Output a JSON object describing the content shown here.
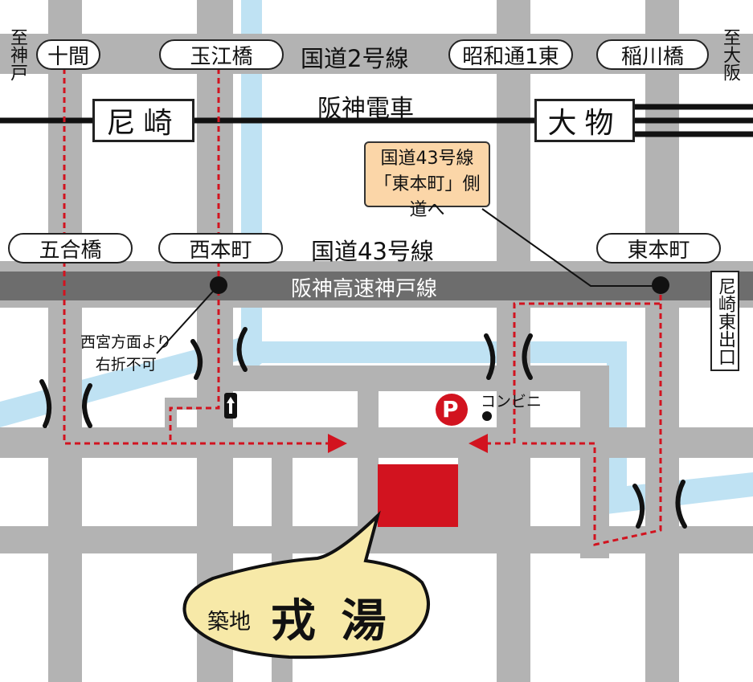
{
  "map": {
    "routes": {
      "national_route_2": "国道2号線",
      "national_route_43": "国道43号線",
      "hanshin_railway": "阪神電車",
      "hanshin_expressway": "阪神高速神戸線"
    },
    "direction_kobe": "至神戸",
    "direction_osaka": "至大阪",
    "intersections": {
      "jikken": "十間",
      "tamaebashi": "玉江橋",
      "showadori_higashi": "昭和通1東",
      "inagawabashi": "稲川橋",
      "goubashi": "五合橋",
      "nishihonmachi": "西本町",
      "higashihonmachi": "東本町"
    },
    "stations": {
      "amagasaki": "尼崎",
      "daimotsu": "大物"
    },
    "callout": {
      "line1": "国道43号線",
      "line2": "「東本町」側道へ"
    },
    "no_right_turn_note": {
      "line1": "西宮方面より",
      "line2": "右折不可"
    },
    "exit_label": "尼崎東出口",
    "parking_symbol": "P",
    "convenience_store": "コンビニ",
    "destination": {
      "prefix": "築地",
      "name": "戎 湯"
    },
    "colors": {
      "road": "#b3b3b3",
      "river": "#bfe2f3",
      "expressway": "#6d6d6d",
      "route_line": "#d2131f",
      "destination_block": "#d2131f",
      "callout_bg": "#fbd6a8",
      "speech_bubble": "#f7e9a8"
    }
  }
}
